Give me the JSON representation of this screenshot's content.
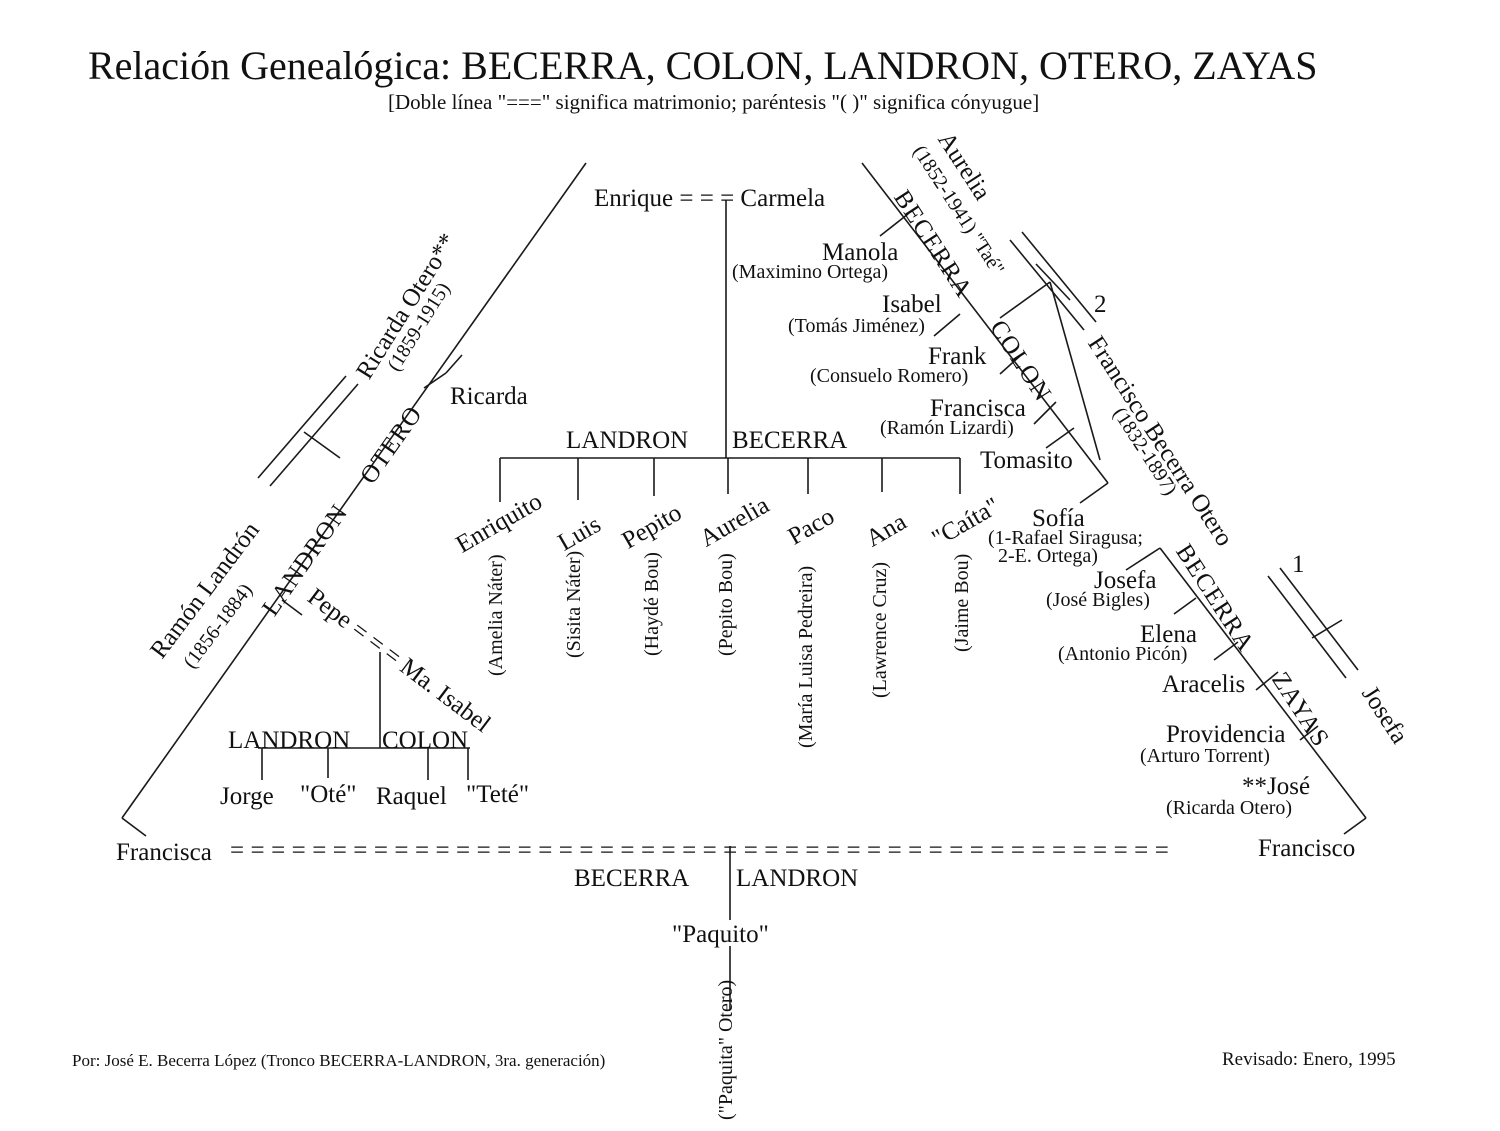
{
  "title": "Relación Genealógica: BECERRA, COLON, LANDRON, OTERO, ZAYAS",
  "subtitle": "[Doble línea \"===\" significa matrimonio; paréntesis \"(   )\" significa cónyugue]",
  "footer": {
    "author": "Por: José E. Becerra López (Tronco BECERRA-LANDRON, 3ra. generación)",
    "revised": "Revisado: Enero, 1995"
  },
  "left_branch": {
    "husband": "Ramón Landrón",
    "husband_years": "(1856-1884)",
    "wife": "Ricarda Otero**",
    "wife_years": "(1859-1915)",
    "surname_1": "LANDRON",
    "surname_2": "OTERO",
    "child_ricarda": "Ricarda",
    "pepe_union": "Pepe = = = Ma. Isabel",
    "pepe_surname_1": "LANDRON",
    "pepe_surname_2": "COLON",
    "pepe_children": [
      "Jorge",
      "\"Oté\"",
      "Raquel",
      "\"Teté\""
    ]
  },
  "top_couple": {
    "union": "Enrique = = = Carmela",
    "surname_1": "LANDRON",
    "surname_2": "BECERRA",
    "children": [
      {
        "name": "Enriquito",
        "spouse": "(Amelia Náter)"
      },
      {
        "name": "Luis",
        "spouse": "(Sisita Náter)"
      },
      {
        "name": "Pepito",
        "spouse": "(Haydé Bou)"
      },
      {
        "name": "Aurelia",
        "spouse": "(Pepito Bou)"
      },
      {
        "name": "Paco",
        "spouse": "(María Luisa Pedreira)"
      },
      {
        "name": "Ana",
        "spouse": "(Lawrence Cruz)"
      },
      {
        "name": "\"Caíta\"",
        "spouse": "(Jaime Bou)"
      }
    ]
  },
  "right_branch": {
    "aurelia": "Aurelia",
    "aurelia_years": "(1852-1941) \"Taé\"",
    "surname_becerra": "BECERRA",
    "surname_colon": "COLON",
    "marriage_2": "2",
    "francisco": "Francisco Becerra Otero",
    "francisco_years": "(1832-1897)",
    "marriage_1": "1",
    "josefa": "Josefa",
    "colon_children": [
      {
        "name": "Manola",
        "spouse": "(Maximino Ortega)"
      },
      {
        "name": "Isabel",
        "spouse": "(Tomás Jiménez)"
      },
      {
        "name": "Frank",
        "spouse": "(Consuelo Romero)"
      },
      {
        "name": "Francisca",
        "spouse": "(Ramón Lizardi)"
      },
      {
        "name": "Tomasito",
        "spouse": ""
      }
    ],
    "surname_becerra_2": "BECERRA",
    "surname_zayas": "ZAYAS",
    "zayas_children": [
      {
        "name": "Sofía",
        "spouse": "(1-Rafael Siragusa;"
      },
      {
        "name": "Josefa",
        "spouse": "(José Bigles)"
      },
      {
        "name": "Elena",
        "spouse": "(Antonio Picón)"
      },
      {
        "name": "Aracelis",
        "spouse": ""
      },
      {
        "name": "Providencia",
        "spouse": "(Arturo Torrent)"
      },
      {
        "name": "**José",
        "spouse": "(Ricarda Otero)"
      }
    ],
    "sofia_spouse_2": "2-E. Ortega)"
  },
  "bottom": {
    "left_name": "Francisca",
    "right_name": "Francisco",
    "marriage_dashes": "= = = = = = = = = = = = = = = = = = = = = = = = = = = = = = = = = = = = = = = = = = = = = =",
    "surname_1": "BECERRA",
    "surname_2": "LANDRON",
    "child": "\"Paquito\"",
    "child_spouse": "(\"Paquita\" Otero)"
  }
}
